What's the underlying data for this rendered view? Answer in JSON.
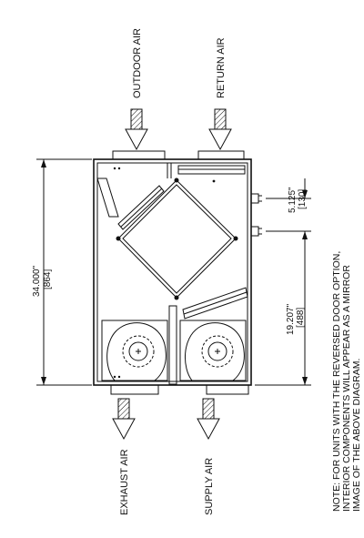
{
  "airflow": {
    "outdoor": "OUTDOOR AIR",
    "return": "RETURN AIR",
    "exhaust": "EXHAUST AIR",
    "supply": "SUPPLY AIR"
  },
  "dimensions": {
    "height": {
      "inches": "34.000\"",
      "mm": "[864]"
    },
    "offset_top": {
      "inches": "5.125\"",
      "mm": "[130]"
    },
    "offset_port": {
      "inches": "19.207\"",
      "mm": "[488]"
    }
  },
  "note": {
    "line1": "NOTE: FOR UNITS WITH THE REVERSED DOOR OPTION,",
    "line2": "INTERIOR COMPONENTS WILL APPEAR AS A MIRROR",
    "line3": "IMAGE OF THE ABOVE DIAGRAM."
  }
}
